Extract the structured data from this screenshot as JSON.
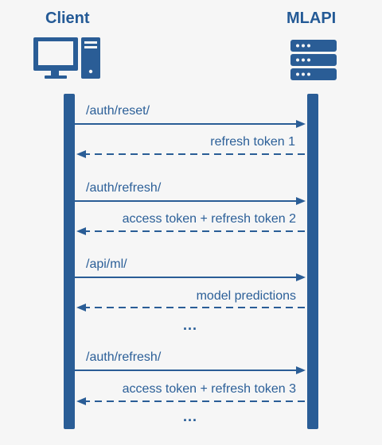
{
  "actors": {
    "client": {
      "title": "Client",
      "icon": "computer-icon"
    },
    "server": {
      "title": "MLAPI",
      "icon": "server-icon"
    }
  },
  "messages": [
    {
      "label": "/auth/reset/",
      "direction": "request"
    },
    {
      "label": "refresh token 1",
      "direction": "response"
    },
    {
      "label": "/auth/refresh/",
      "direction": "request"
    },
    {
      "label": "access token + refresh token 2",
      "direction": "response"
    },
    {
      "label": "/api/ml/",
      "direction": "request"
    },
    {
      "label": "model predictions",
      "direction": "response"
    },
    {
      "label": "...",
      "direction": "ellipsis"
    },
    {
      "label": "/auth/refresh/",
      "direction": "request"
    },
    {
      "label": "access token + refresh token 3",
      "direction": "response"
    },
    {
      "label": "...",
      "direction": "ellipsis"
    }
  ],
  "colors": {
    "primary": "#2a5d96",
    "background": "#f6f6f6"
  }
}
